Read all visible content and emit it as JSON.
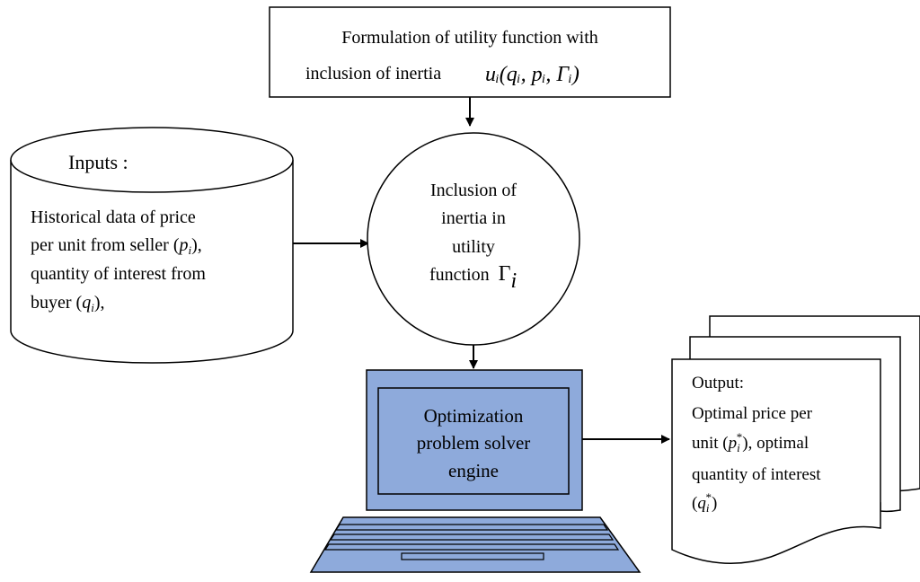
{
  "colors": {
    "stroke": "#000000",
    "laptop_fill": "#8eaadb",
    "laptop_screen_fill": "#8eaadb",
    "background": "#ffffff"
  },
  "formulation": {
    "line1": "Formulation of utility function with",
    "line2_text": "inclusion of inertia",
    "formula": "uᵢ(qᵢ, pᵢ, Γᵢ)"
  },
  "inputs": {
    "title": "Inputs :",
    "line1": "Historical data of price",
    "line2_prefix": "per unit from seller (",
    "line2_var": "p",
    "line2_sub": "i",
    "line2_suffix": "),",
    "line3": "quantity of interest from",
    "line4_prefix": "buyer (",
    "line4_var": "q",
    "line4_sub": "i",
    "line4_suffix": "),"
  },
  "inertia": {
    "line1": "Inclusion of",
    "line2": "inertia in",
    "line3": "utility",
    "line4_prefix": "function",
    "line4_symbol": "Γ",
    "line4_sub": "i"
  },
  "engine": {
    "line1": "Optimization",
    "line2": "problem solver",
    "line3": "engine"
  },
  "output": {
    "title": "Output:",
    "line1": "Optimal price per",
    "line2_prefix": "unit (",
    "line2_var": "p",
    "line2_sub": "i",
    "line2_sup": "*",
    "line2_suffix": "), optimal",
    "line3": "quantity of interest",
    "line4_prefix": "(",
    "line4_var": "q",
    "line4_sub": "i",
    "line4_sup": "*",
    "line4_suffix": ")"
  }
}
